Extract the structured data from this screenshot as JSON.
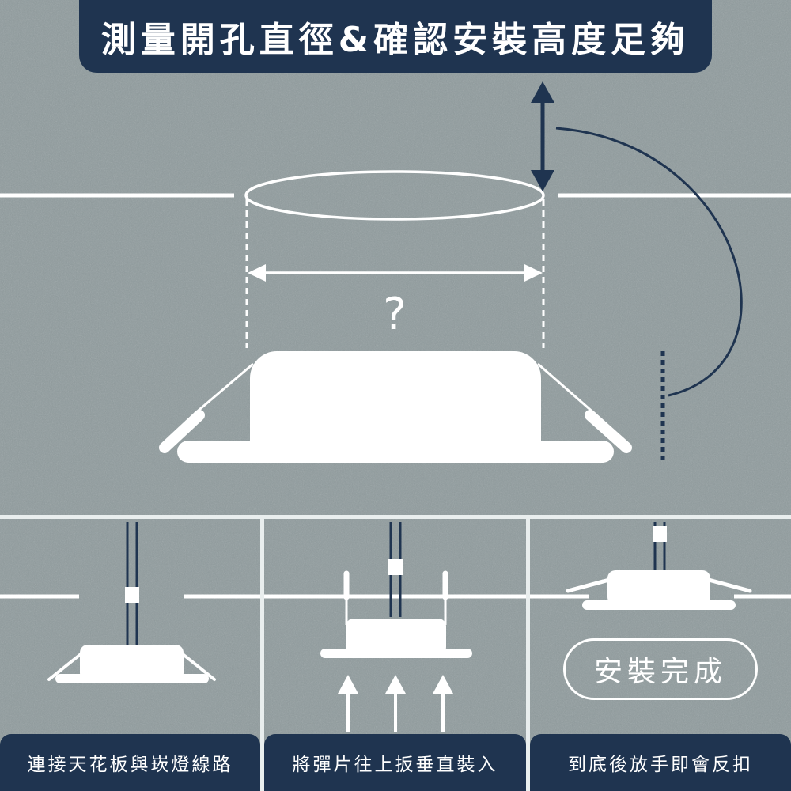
{
  "title": "測量開孔直徑&確認安裝高度足夠",
  "question_mark": "?",
  "colors": {
    "background": "#8f9b9d",
    "navy": "#1f3450",
    "white": "#ffffff"
  },
  "icons": [
    "up-down-arrow-icon",
    "double-arrow-icon",
    "up-arrow-icon"
  ],
  "steps": [
    {
      "caption": "連接天花板與崁燈線路"
    },
    {
      "caption": "將彈片往上扳垂直裝入"
    },
    {
      "caption": "到底後放手即會反扣"
    }
  ],
  "complete_label": "安裝完成"
}
